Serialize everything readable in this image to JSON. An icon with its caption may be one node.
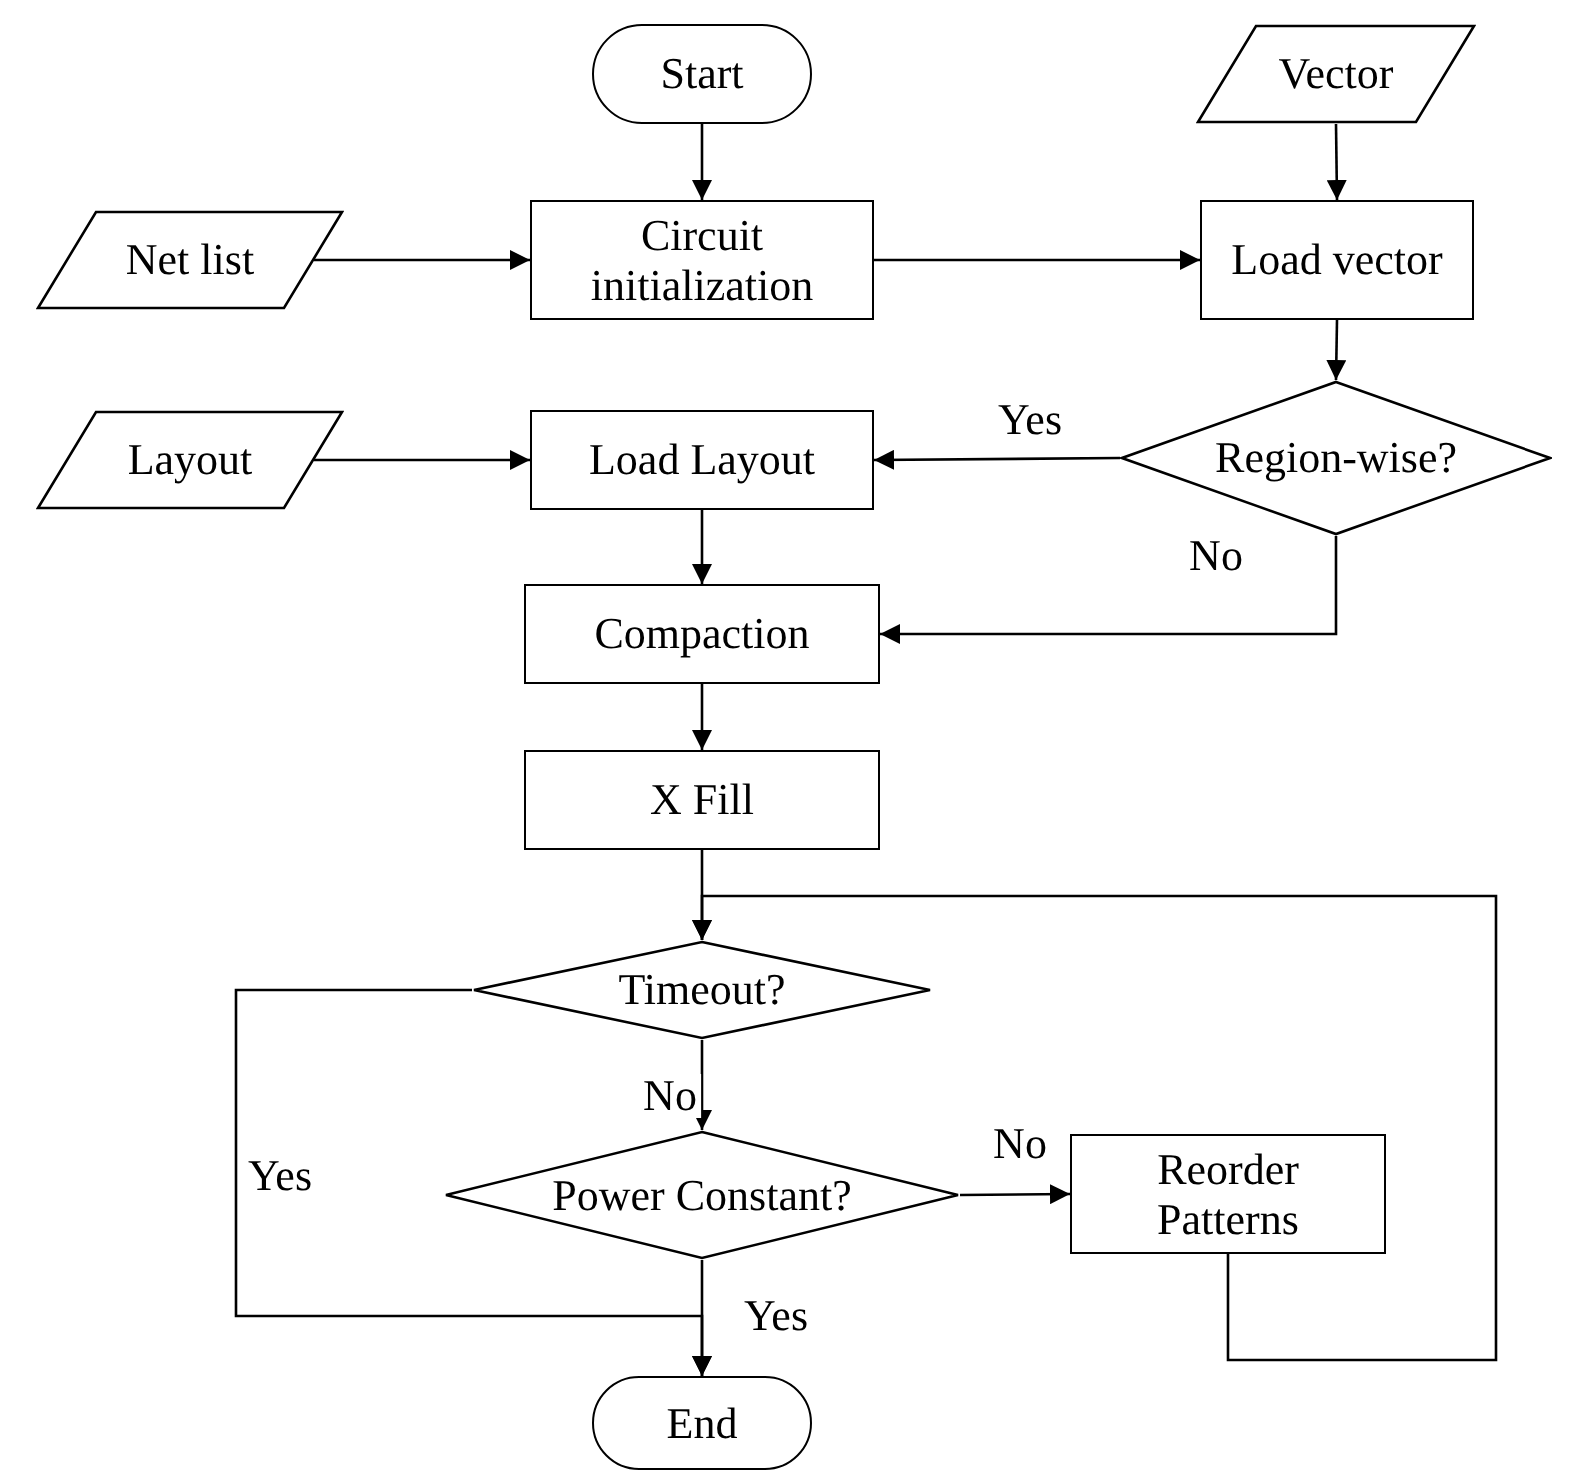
{
  "diagram": {
    "nodes": [
      {
        "text": [
          "Start"
        ]
      },
      {
        "text": [
          "Vector"
        ]
      },
      {
        "text": [
          "Net list"
        ]
      },
      {
        "text": [
          "Circuit initialization"
        ]
      },
      {
        "text": [
          "Load vector"
        ]
      },
      {
        "text": [
          "Region-wise?"
        ]
      },
      {
        "text": [
          "Layout"
        ]
      },
      {
        "text": [
          "Load Layout"
        ]
      },
      {
        "text": [
          "Compaction"
        ]
      },
      {
        "text": [
          "X Fill"
        ]
      },
      {
        "text": [
          "Timeout?"
        ]
      },
      {
        "text": [
          "Power Constant?"
        ]
      },
      {
        "text": [
          "Reorder Patterns"
        ]
      },
      {
        "text": [
          "End"
        ]
      }
    ],
    "edges": [
      {
        "from": 0,
        "to": 3,
        "arrow": "to"
      },
      {
        "from": 1,
        "to": 4,
        "arrow": "to"
      },
      {
        "from": 2,
        "to": 3,
        "arrow": "to"
      },
      {
        "from": 3,
        "to": 4,
        "arrow": "to"
      },
      {
        "from": 4,
        "to": 5,
        "arrow": "to"
      },
      {
        "from": 5,
        "to": 7,
        "arrow": "to",
        "label": "Yes"
      },
      {
        "from": 6,
        "to": 7,
        "arrow": "to"
      },
      {
        "from": 5,
        "to": 8,
        "arrow": "to",
        "label": "No"
      },
      {
        "from": 7,
        "to": 8,
        "arrow": "to"
      },
      {
        "from": 8,
        "to": 9,
        "arrow": "to"
      },
      {
        "from": 9,
        "to": 10,
        "arrow": "to"
      },
      {
        "from": 10,
        "to": 11,
        "arrow": "to",
        "label": "No"
      },
      {
        "from": 10,
        "to": 13,
        "arrow": "to",
        "label": "Yes"
      },
      {
        "from": 11,
        "to": 12,
        "arrow": "to",
        "label": "No"
      },
      {
        "from": 11,
        "to": 13,
        "arrow": "to",
        "label": "Yes"
      },
      {
        "from": 12,
        "to": 10,
        "arrow": "to"
      }
    ]
  }
}
